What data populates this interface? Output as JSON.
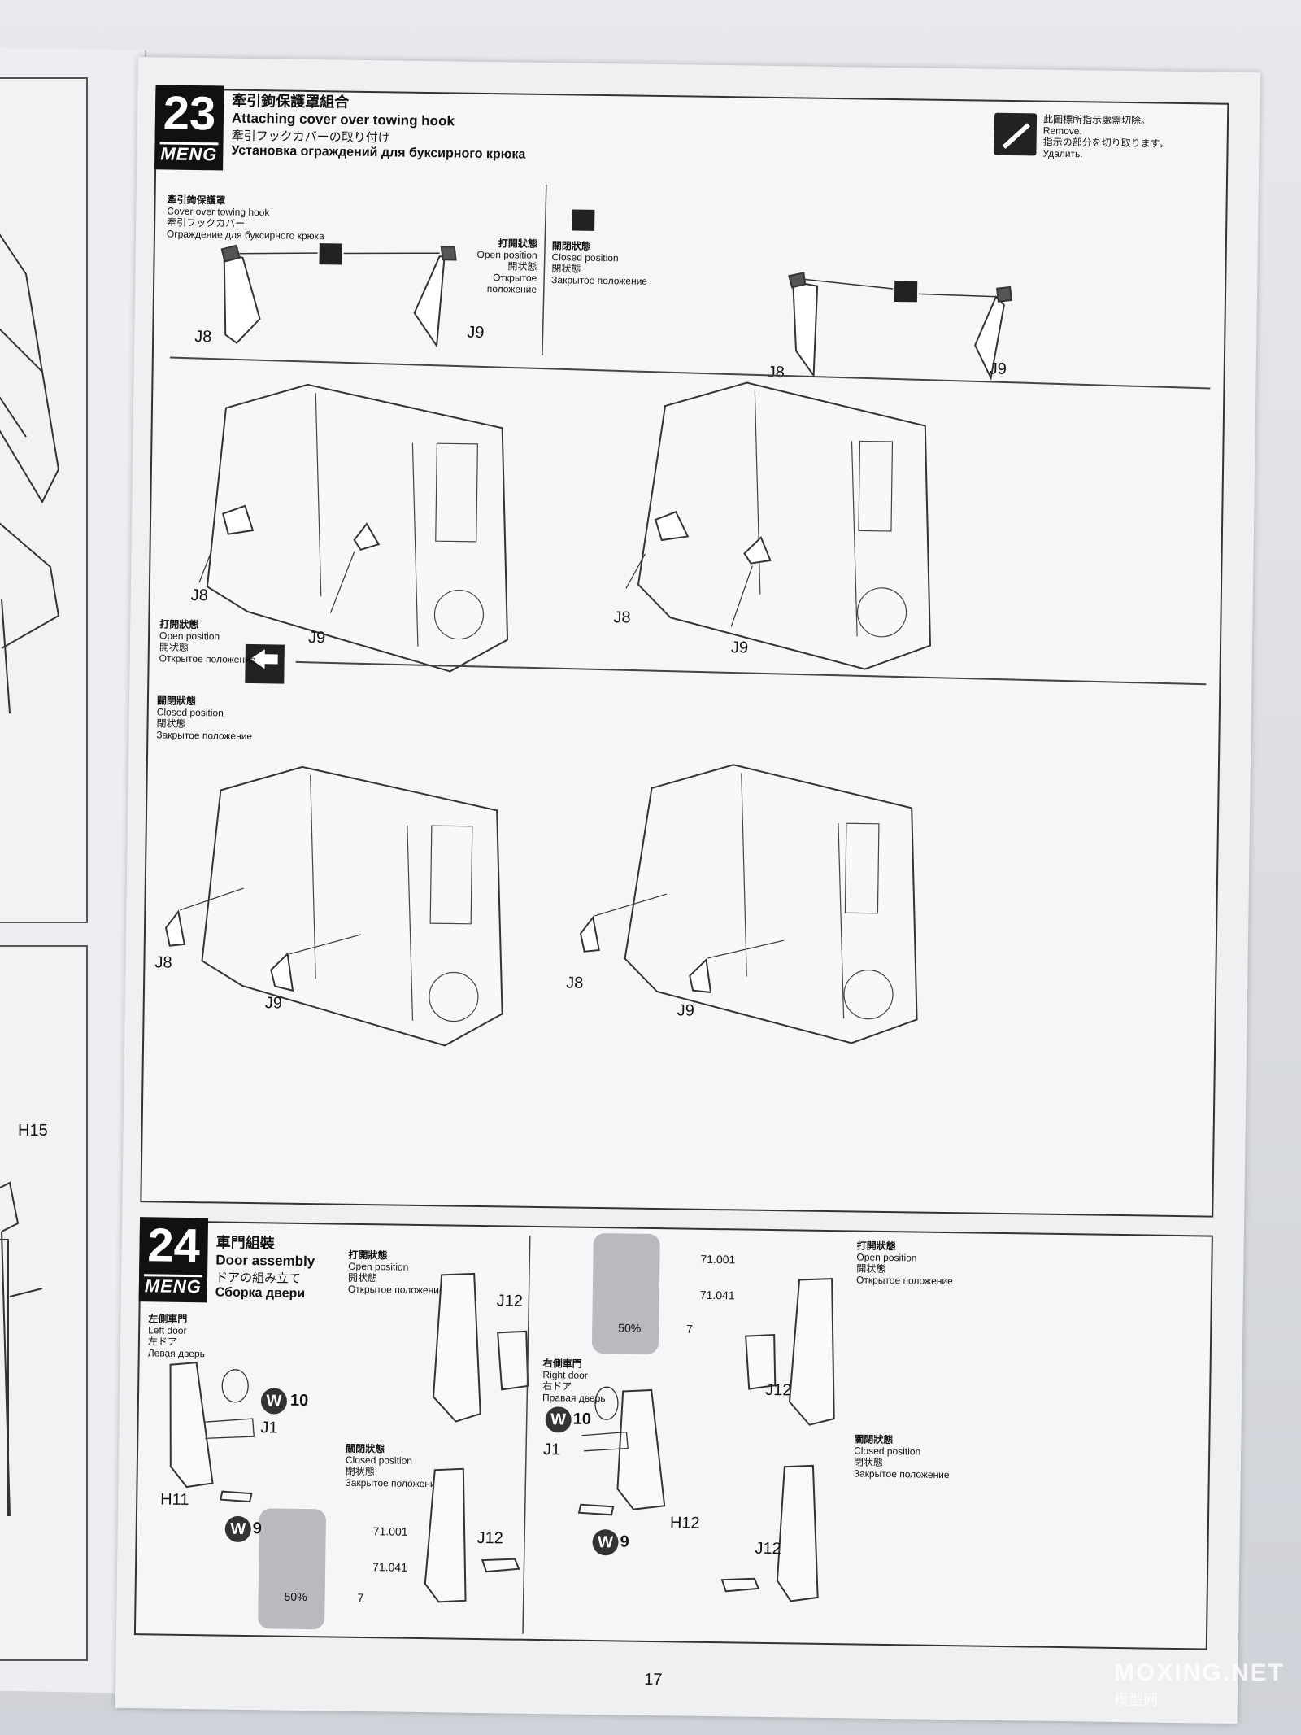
{
  "step23": {
    "number": "23",
    "brand": "MENG",
    "title_cn": "牽引鉤保護罩組合",
    "title_en": "Attaching cover over towing hook",
    "title_jp": "牽引フックカバーの取り付け",
    "title_ru": "Установка ограждений для буксирного крюка",
    "remove_cn": "此圖標所指示處需切除。",
    "remove_en": "Remove.",
    "remove_jp": "指示の部分を切り取ります。",
    "remove_ru": "Удалить.",
    "sub_cn": "牽引鉤保護罩",
    "sub_en": "Cover over towing hook",
    "sub_jp": "牽引フックカバー",
    "sub_ru": "Ограждение для буксирного крюка",
    "open_cn": "打開狀態",
    "open_en": "Open position",
    "open_jp": "開状態",
    "open_ru": "Открытое положение",
    "closed_cn": "關閉狀態",
    "closed_en": "Closed position",
    "closed_jp": "閉状態",
    "closed_ru": "Закрытое положение",
    "parts": {
      "j8": "J8",
      "j9": "J9"
    }
  },
  "step24": {
    "number": "24",
    "brand": "MENG",
    "title_cn": "車門組裝",
    "title_en": "Door assembly",
    "title_jp": "ドアの組み立て",
    "title_ru": "Сборка двери",
    "left_cn": "左側車門",
    "left_en": "Left door",
    "left_jp": "左ドア",
    "left_ru": "Левая дверь",
    "right_cn": "右側車門",
    "right_en": "Right door",
    "right_jp": "右ドア",
    "right_ru": "Правая дверь",
    "open_cn": "打開狀態",
    "open_en": "Open position",
    "open_jp": "開状態",
    "open_ru": "Открытое положение",
    "closed_cn": "關閉狀態",
    "closed_en": "Closed position",
    "closed_jp": "閉状態",
    "closed_ru": "Закрытое положение",
    "parts": {
      "j12": "J12",
      "j1": "J1",
      "h11": "H11",
      "h12": "H12"
    },
    "w10": "10",
    "w9": "9",
    "w_letter": "W",
    "color1": "71.001",
    "color2": "71.041",
    "mix": "50%",
    "mix_num": "7"
  },
  "left_page": {
    "part": "H15"
  },
  "page_number": "17",
  "watermark": {
    "main": "MOXING.NET",
    "sub": "模型网"
  }
}
